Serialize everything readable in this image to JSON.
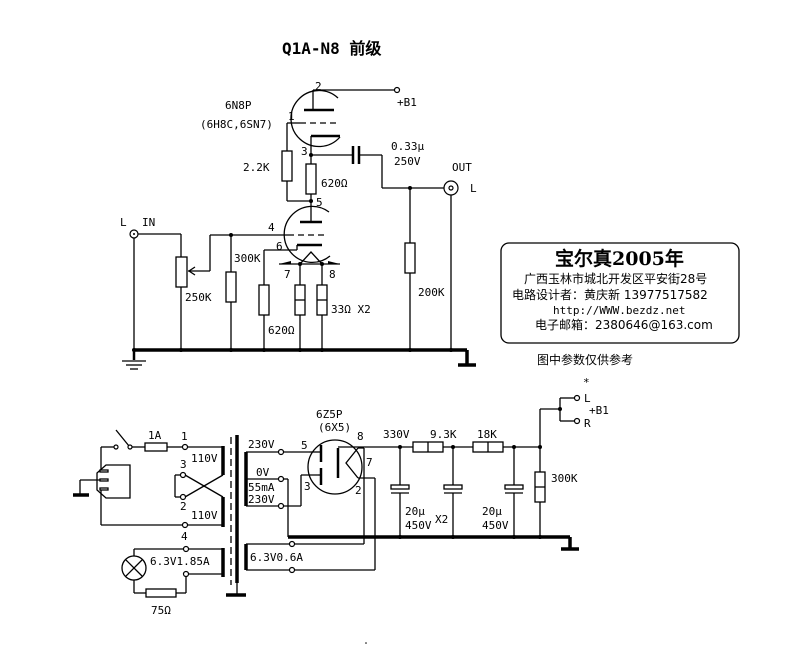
{
  "title": "Q1A-N8 前级",
  "preamp": {
    "tube_name": "6N8P",
    "tube_equiv": "(6H8C,6SN7)",
    "pins": {
      "p1": "1",
      "p2": "2",
      "p3": "3",
      "p4": "4",
      "p5": "5",
      "p6": "6",
      "p7": "7",
      "p8": "8"
    },
    "b1_label": "+B1",
    "grid_res": "2.2K",
    "cathode_res_top": "620Ω",
    "coupling_cap": "0.33μ",
    "coupling_cap_v": "250V",
    "out_label": "OUT",
    "out_channel": "L",
    "in_channel": "L",
    "in_label": "IN",
    "pot": "250K",
    "grid_leak": "300K",
    "cathode_res_bottom": "620Ω",
    "heater_res": "33Ω X2",
    "load_res": "200K"
  },
  "info_box": {
    "heading": "宝尔真2005年",
    "address": "广西玉林市城北开发区平安街28号",
    "designer": "电路设计者：黄庆新 13977517582",
    "website": "http://WWW.bezdz.net",
    "email": "电子邮箱：2380646@163.com"
  },
  "note": "图中参数仅供参考",
  "psu": {
    "fuse": "1A",
    "pri_pins": {
      "p1": "1",
      "p2": "2",
      "p3": "3",
      "p4": "4"
    },
    "pri_top": "110V",
    "pri_bottom": "110V",
    "lamp_winding": "6.3V1.85A",
    "lamp_res": "75Ω",
    "rect_tube": "6Z5P",
    "rect_equiv": "(6X5)",
    "rect_pins": {
      "p2": "2",
      "p3": "3",
      "p5": "5",
      "p7": "7",
      "p8": "8"
    },
    "sec_top": "230V",
    "sec_ct": "0V",
    "sec_current": "55mA",
    "sec_bottom": "230V",
    "heater_winding": "6.3V0.6A",
    "hv": "330V",
    "r1": "9.3K",
    "r2": "18K",
    "cap1": "20μ",
    "cap1_v": "450V",
    "cap_x2": "X2",
    "cap2": "20μ",
    "cap2_v": "450V",
    "bleeder": "300K",
    "asterisk": "*",
    "out_l": "L",
    "out_r": "R",
    "out_b1": "+B1"
  }
}
